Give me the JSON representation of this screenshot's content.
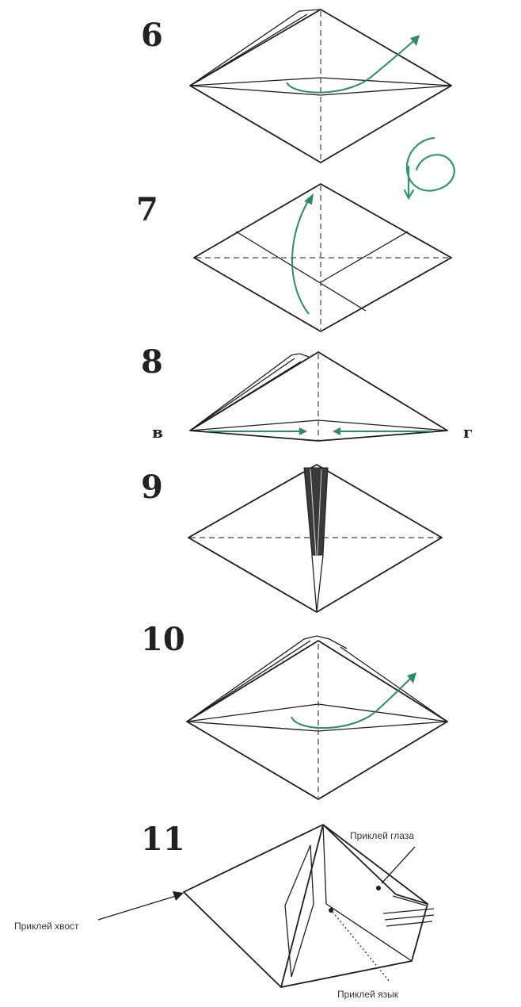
{
  "steps": [
    {
      "number": "6"
    },
    {
      "number": "7"
    },
    {
      "number": "8",
      "left_point": "в",
      "right_point": "г"
    },
    {
      "number": "9"
    },
    {
      "number": "10"
    },
    {
      "number": "11"
    }
  ],
  "handwritten_note": "6",
  "callouts": {
    "eyes": "Приклей глаза",
    "tail": "Приклей хвост",
    "tongue": "Приклей язык"
  },
  "colors": {
    "line": "#1e1e1e",
    "arrow": "#2e8b64",
    "background": "#ffffff"
  }
}
